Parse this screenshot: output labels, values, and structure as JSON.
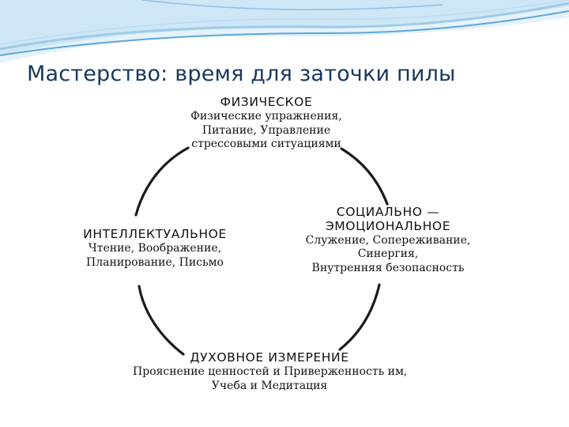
{
  "title": "Мастерство: время для заточки пилы",
  "physical": {
    "heading": "ФИЗИЧЕСКОЕ",
    "lines": [
      "Физические упражнения,",
      "Питание, Управление",
      "стрессовыми ситуациями"
    ]
  },
  "social": {
    "heading_lines": [
      "СОЦИАЛЬНО —",
      "ЭМОЦИОНАЛЬНОЕ"
    ],
    "lines": [
      "Служение, Сопереживание,",
      "Синергия,",
      "Внутренняя безопасность"
    ]
  },
  "intellectual": {
    "heading": "ИНТЕЛЛЕКТУАЛЬНОЕ",
    "lines": [
      "Чтение, Воображение,",
      "Планирование, Письмо"
    ]
  },
  "spiritual": {
    "heading": "ДУХОВНОЕ ИЗМЕРЕНИЕ",
    "lines": [
      "Прояснение ценностей и Приверженность им,",
      "Учеба и Медитация"
    ]
  },
  "colors": {
    "title": "#17375e",
    "wave_light": "#cfe6f7",
    "wave_mid": "#9fcbe9",
    "wave_dark": "#5aa7dc",
    "arc": "#1a1a1a"
  }
}
